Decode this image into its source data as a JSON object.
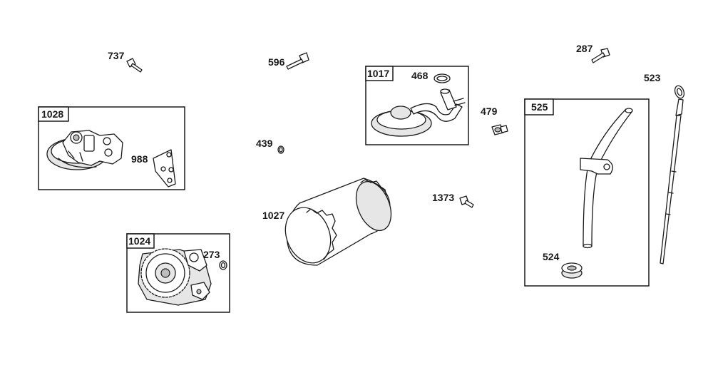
{
  "diagram": {
    "groups": [
      {
        "id": "1028",
        "label": "1028"
      },
      {
        "id": "1024",
        "label": "1024"
      },
      {
        "id": "1017",
        "label": "1017"
      },
      {
        "id": "525",
        "label": "525"
      }
    ],
    "parts": [
      {
        "id": "737",
        "label": "737"
      },
      {
        "id": "596",
        "label": "596"
      },
      {
        "id": "287",
        "label": "287"
      },
      {
        "id": "523",
        "label": "523"
      },
      {
        "id": "468",
        "label": "468"
      },
      {
        "id": "479",
        "label": "479"
      },
      {
        "id": "988",
        "label": "988"
      },
      {
        "id": "439",
        "label": "439"
      },
      {
        "id": "1027",
        "label": "1027"
      },
      {
        "id": "1373",
        "label": "1373"
      },
      {
        "id": "273",
        "label": "273"
      },
      {
        "id": "524",
        "label": "524"
      }
    ]
  }
}
